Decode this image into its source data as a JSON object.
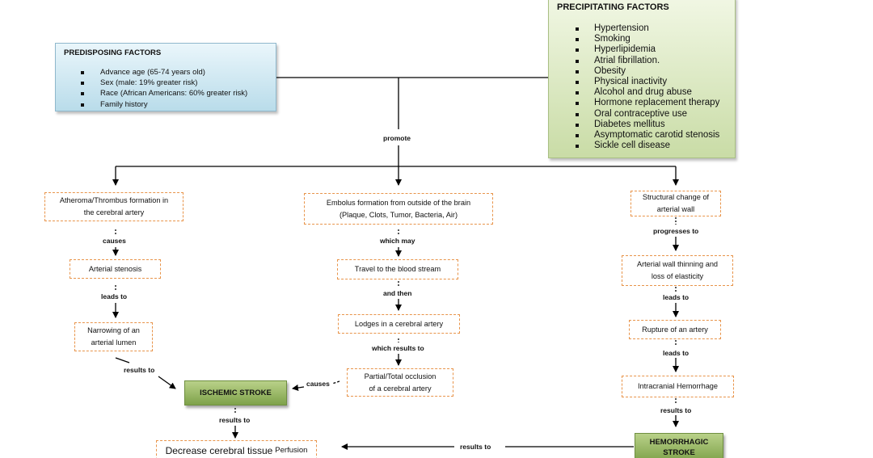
{
  "predisposing": {
    "title": "PREDISPOSING FACTORS",
    "items": [
      "Advance age (65-74 years old)",
      "Sex (male: 19% greater risk)",
      "Race (African Americans: 60% greater risk)",
      "Family history"
    ]
  },
  "precipitating": {
    "title": "PRECIPITATING FACTORS",
    "items": [
      "Hypertension",
      "Smoking",
      "Hyperlipidemia",
      "Atrial fibrillation.",
      "Obesity",
      "Physical inactivity",
      "Alcohol and drug abuse",
      "Hormone replacement therapy",
      "Oral contraceptive use",
      "Diabetes mellitus",
      "Asymptomatic carotid stenosis",
      "Sickle cell disease"
    ]
  },
  "labels": {
    "promote": "promote",
    "causes": "causes",
    "leads_to_left": "leads to",
    "results_to_left": "results to",
    "which_may": "which may",
    "and_then": "and then",
    "which_results_to": "which results to",
    "causes_center": "causes",
    "progresses_to": "progresses to",
    "leads_to_right_1": "leads to",
    "leads_to_right_2": "leads to",
    "results_to_right": "results to",
    "results_to_ischemic": "results to",
    "results_to_bottom": "results to"
  },
  "boxes": {
    "atheroma": "Atheroma/Thrombus formation in\nthe cerebral artery",
    "stenosis": "Arterial stenosis",
    "narrowing": "Narrowing of an\narterial lumen",
    "embolus": "Embolus formation from outside of the brain\n(Plaque, Clots, Tumor, Bacteria, Air)",
    "travel": "Travel to the blood stream",
    "lodges": "Lodges in a cerebral artery",
    "occlusion": "Partial/Total occlusion\nof a cerebral artery",
    "structural": "Structural change of\narterial wall",
    "thinning": "Arterial wall thinning and\nloss of elasticity",
    "rupture": "Rupture of an artery",
    "intracranial": "Intracranial Hemorrhage",
    "perfusion_main": "Decrease cerebral tissue",
    "perfusion_small": "Perfusion"
  },
  "strokes": {
    "ischemic": "ISCHEMIC STROKE",
    "hemorrhagic": "HEMORRHAGIC\nSTROKE"
  },
  "colors": {
    "box_border": "#e8944a",
    "stroke_fill": "#8fb05a",
    "predisposing_fill": "#c5e3ef",
    "precipitating_fill": "#d6e6bb"
  }
}
